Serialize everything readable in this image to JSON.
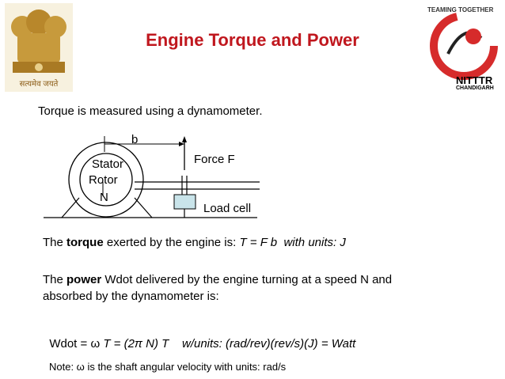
{
  "slide": {
    "title": "Engine Torque and Power",
    "intro": "Torque is measured using a dynamometer.",
    "diagram": {
      "dim_label": "b",
      "force_label": "Force F",
      "stator_label": "Stator",
      "rotor_label": "Rotor",
      "speed_label": "N",
      "load_cell_label": "Load cell"
    },
    "torque_line": {
      "prefix": "The ",
      "bold": "torque",
      "rest": " exerted by the engine is: ",
      "formula": "T = F b",
      "units": "  with units: J"
    },
    "power_line": {
      "prefix": "The ",
      "bold": "power",
      "rest1": " Wdot delivered by the engine turning at a speed N and",
      "rest2": "absorbed by the dynamometer is:"
    },
    "wdot_line": {
      "lhs": "Wdot = ",
      "omega": "ω",
      "formula": " T = (2π N) T",
      "units": "    w/units: (rad/rev)(rev/s)(J) = Watt"
    },
    "note": "Note: ω is the shaft angular velocity with units: rad/s",
    "logo_right": {
      "ring_text": "TEAMING TOGETHER",
      "name": "NITTTR",
      "city": "CHANDIGARH"
    },
    "logo_left": {
      "motto": "सत्यमेव जयते"
    }
  },
  "colors": {
    "title": "#c0171e",
    "load_cell": "#c9e4ea",
    "emblem": "#c79a3c",
    "logo_red": "#d62b2b"
  }
}
